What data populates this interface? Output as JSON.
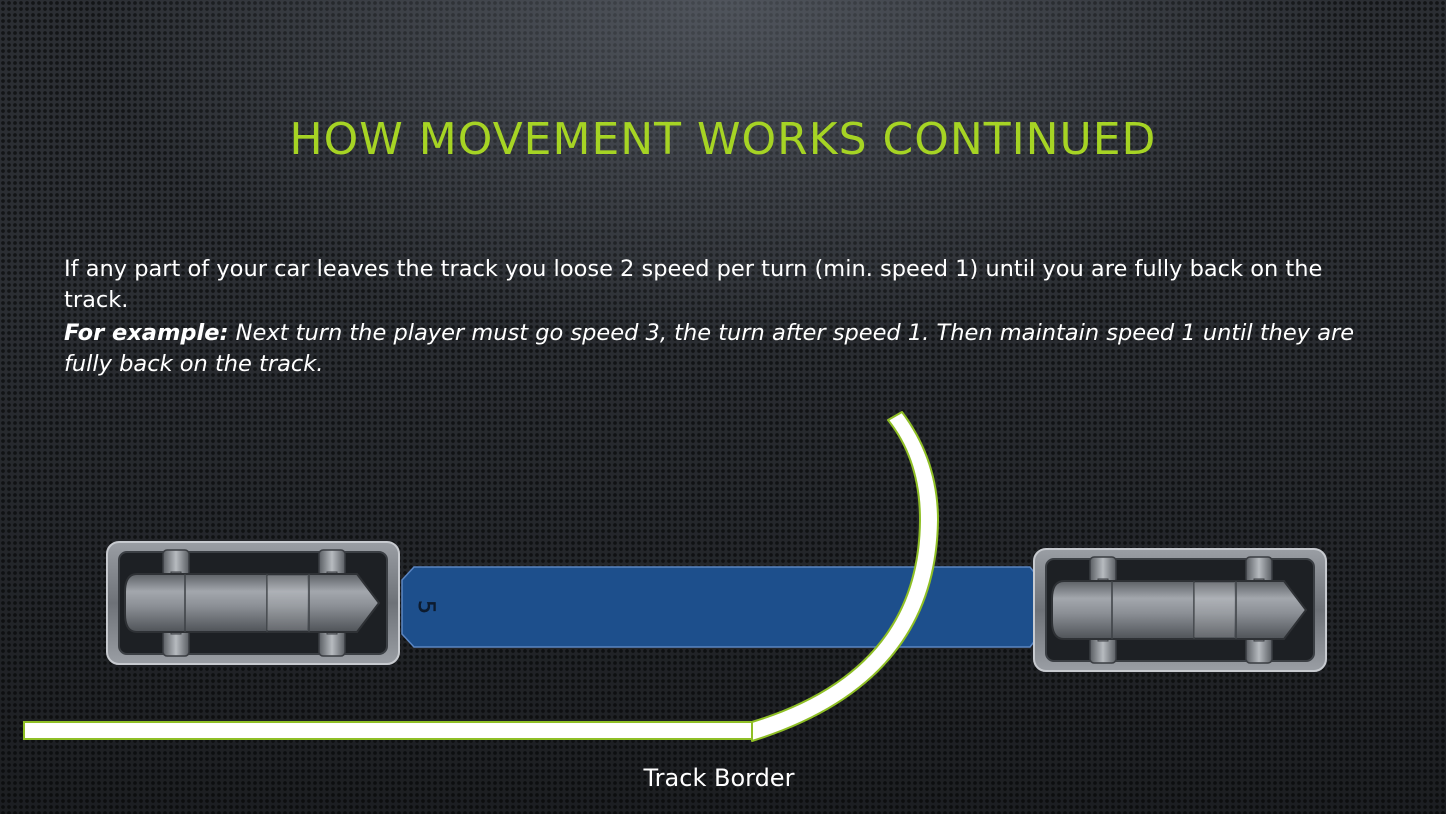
{
  "slide": {
    "title": "HOW MOVEMENT WORKS CONTINUED",
    "paragraph": "If any part of your car leaves the track you loose 2 speed per turn (min. speed 1) until you are fully back on the track.",
    "example_label": "For example:",
    "example_text": " Next turn the player must go speed 3, the turn after speed 1. Then maintain speed 1 until they are fully back on the track."
  },
  "diagram": {
    "speed_template_value": "5",
    "caption": "Track Border",
    "colors": {
      "accent": "#a6d424",
      "template_blue": "#1d4f8c",
      "track_border": "#ffffff",
      "track_border_outline": "#9acb2a",
      "car_body": "#8e9297"
    }
  }
}
